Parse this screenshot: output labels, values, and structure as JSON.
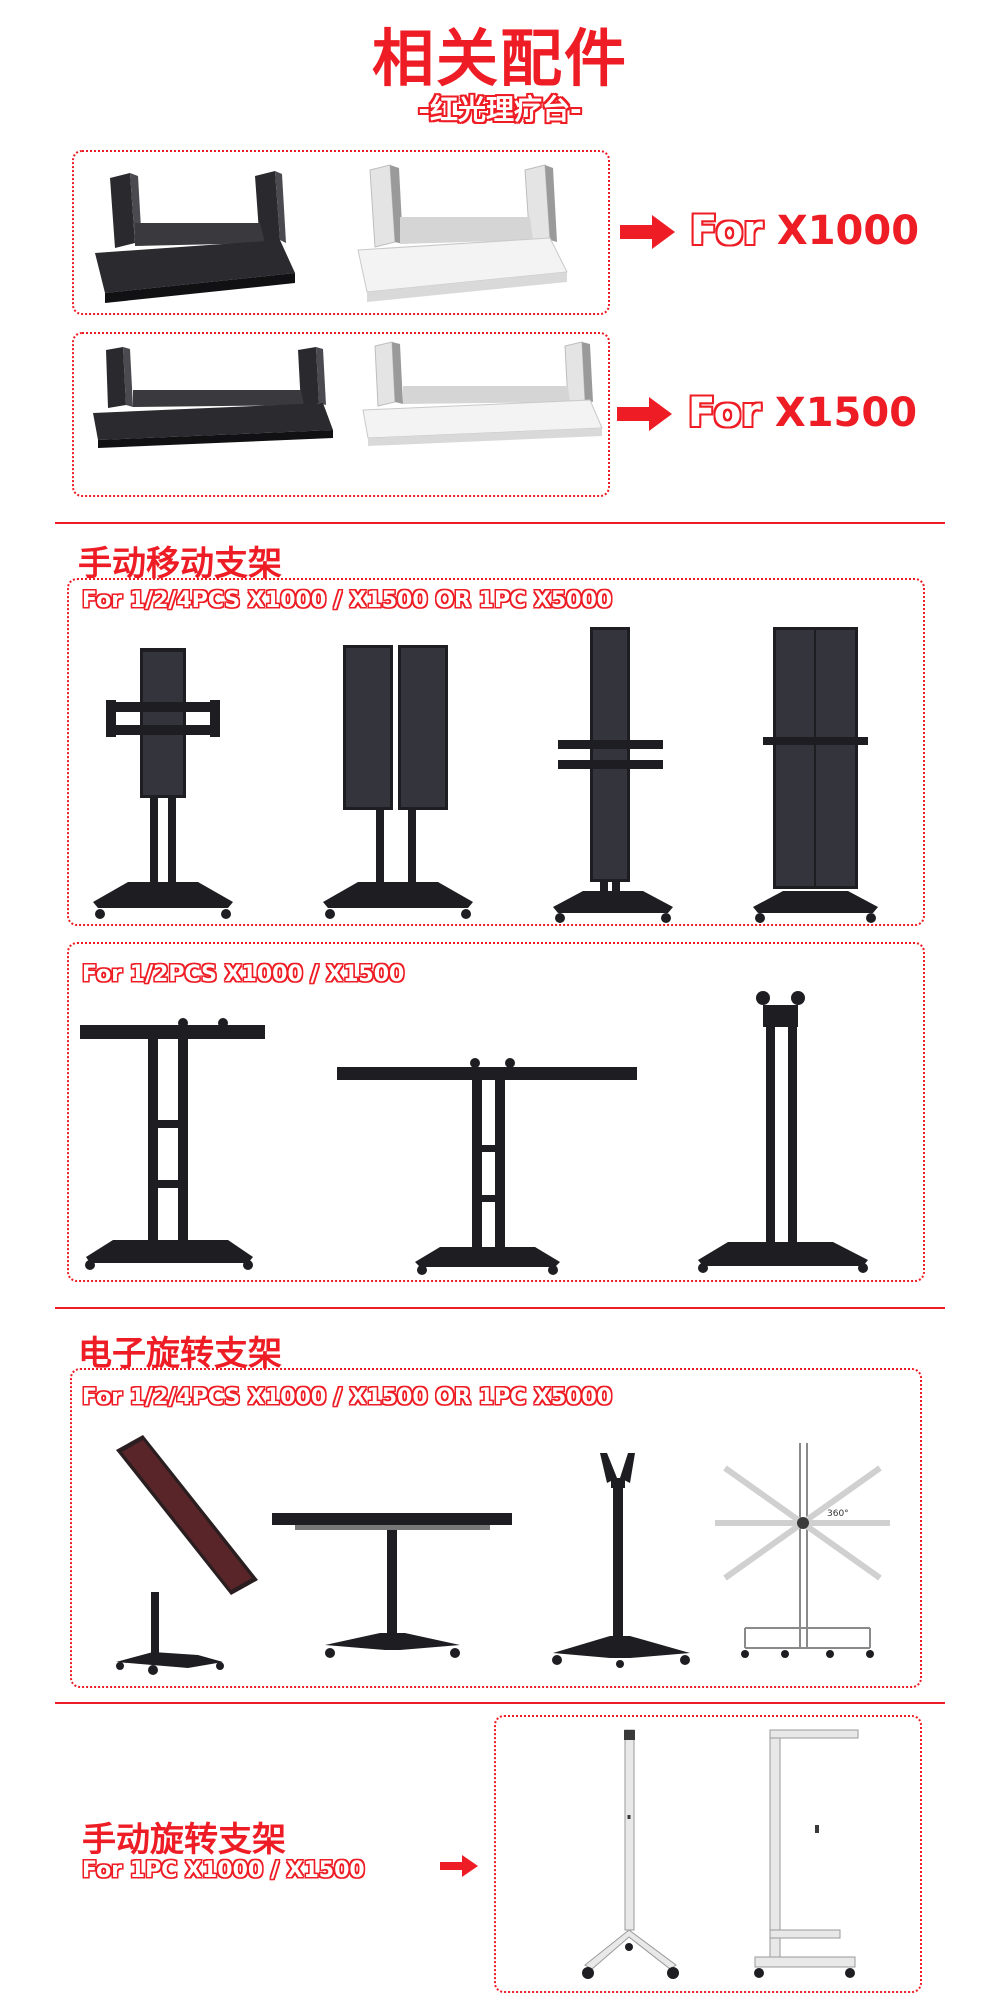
{
  "header": {
    "title": "相关配件",
    "subtitle": "-红光理疗台-"
  },
  "platform": {
    "rows": [
      {
        "for_word": "For",
        "model": "X1000"
      },
      {
        "for_word": "For",
        "model": "X1500"
      }
    ]
  },
  "manual_stand": {
    "title": "手动移动支架",
    "box1_label": "For 1/2/4PCS X1000 / X1500 OR 1PC X5000",
    "box2_label": "For 1/2PCS X1000 / X1500"
  },
  "electric_stand": {
    "title": "电子旋转支架",
    "label": "For 1/2/4PCS X1000 / X1500 OR 1PC X5000",
    "rotation_mark": "360°"
  },
  "manual_rotate": {
    "title": "手动旋转支架",
    "label": "For 1PC X1000 / X1500"
  },
  "colors": {
    "accent": "#ee1c24",
    "stand_black": "#1e1e22",
    "platform_white": "#f2f2f2",
    "stand_white": "#e8e8e8"
  }
}
